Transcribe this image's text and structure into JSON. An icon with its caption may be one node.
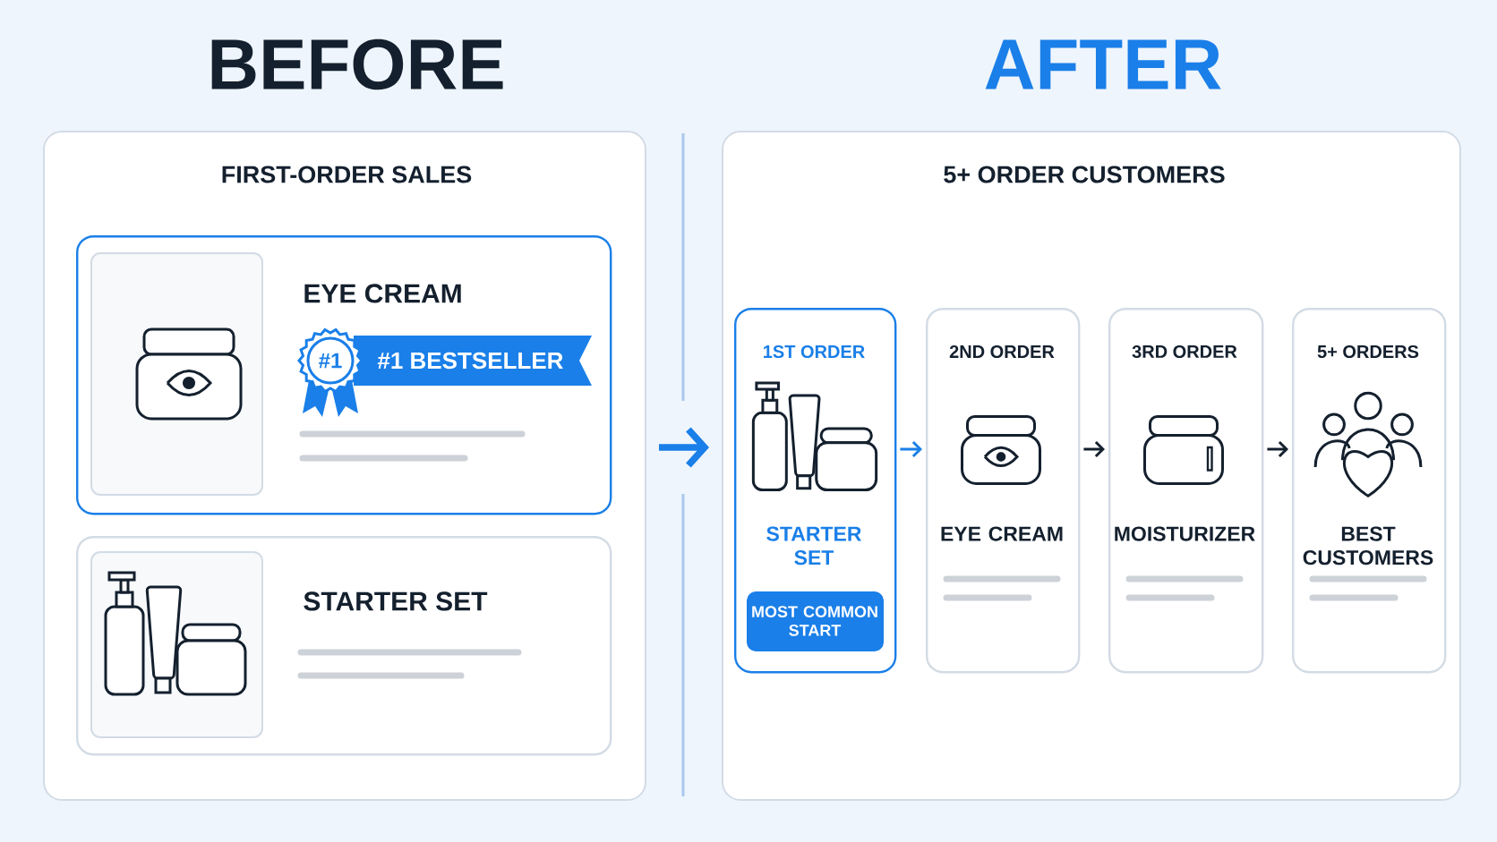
{
  "diagram": {
    "nodes": [
      {
        "text": [
          "FIRST-ORDER SALES"
        ]
      },
      {
        "text": [
          "EYE CREAM"
        ],
        "in": 0
      },
      {
        "text": [
          "#1 BESTSELLER"
        ],
        "in": 1
      },
      {
        "text": [
          "#1"
        ],
        "in": 1
      },
      {
        "text": [
          "STARTER SET"
        ],
        "in": 0
      },
      {
        "text": [
          "5+ ORDER CUSTOMERS"
        ]
      },
      {
        "text": [
          "1ST ORDER",
          "STARTER SET"
        ],
        "in": 5
      },
      {
        "text": [
          "MOST COMMON START"
        ],
        "in": 6
      },
      {
        "text": [
          "2ND ORDER",
          "EYE CREAM"
        ],
        "in": 5
      },
      {
        "text": [
          "3RD ORDER",
          "MOISTURIZER"
        ],
        "in": 5
      },
      {
        "text": [
          "5+ ORDERS",
          "BEST CUSTOMERS"
        ],
        "in": 5
      }
    ],
    "edges": [
      {
        "from": 0,
        "to": 5,
        "arrow": "to",
        "style": "thick",
        "color": "#1a7fe8"
      },
      {
        "from": 6,
        "to": 8,
        "arrow": "to",
        "color": "#1a7fe8"
      },
      {
        "from": 8,
        "to": 9,
        "arrow": "to",
        "color": "#14202e"
      },
      {
        "from": 9,
        "to": 10,
        "arrow": "to",
        "color": "#14202e"
      }
    ],
    "labels": [
      "BEFORE",
      "AFTER"
    ]
  }
}
